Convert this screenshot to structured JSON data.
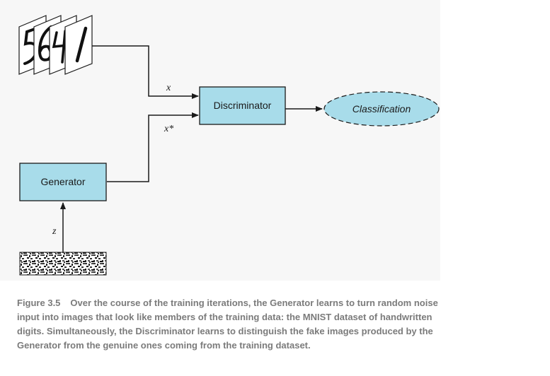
{
  "diagram": {
    "discriminator_label": "Discriminator",
    "generator_label": "Generator",
    "classification_label": "Classification",
    "real_input_label": "x",
    "fake_input_label": "x*",
    "noise_label": "z",
    "digit_images": [
      "5",
      "6",
      "4",
      "1"
    ],
    "colors": {
      "box_fill": "#a8dcea",
      "line": "#1a1a1a",
      "panel": "#f7f7f7"
    }
  },
  "caption": {
    "figure_number": "Figure 3.5",
    "text": "Over the course of the training iterations, the Generator learns to turn random noise input into images that look like members of the training data: the MNIST dataset of handwritten digits. Simultaneously, the Discriminator learns to distinguish the fake images produced by the Generator from the genuine ones coming from the training dataset."
  }
}
